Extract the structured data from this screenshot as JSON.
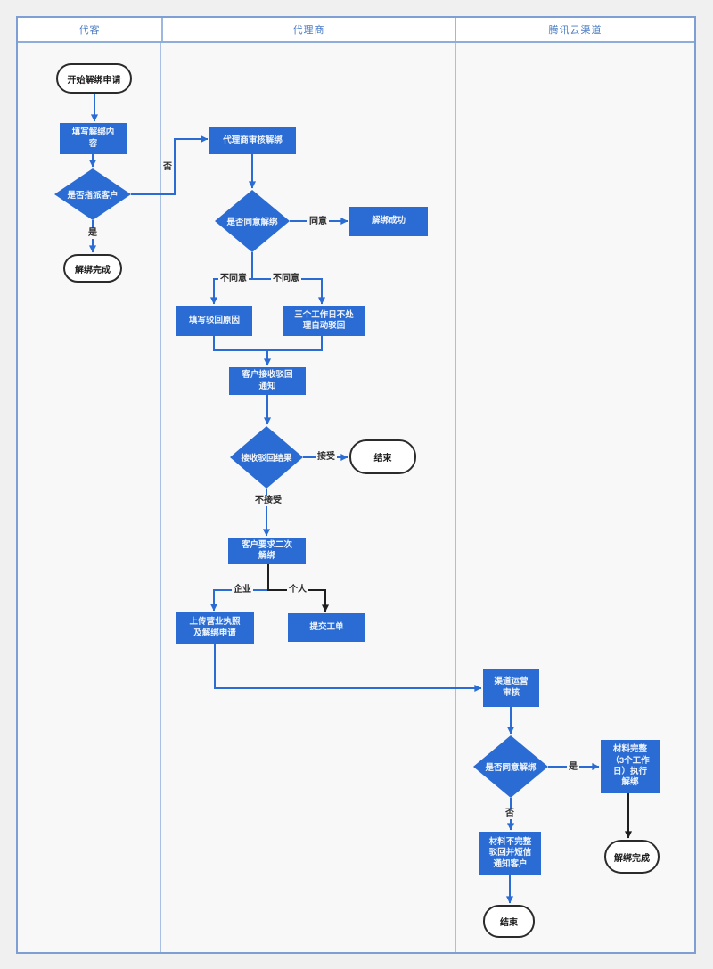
{
  "header": {
    "lanes": [
      "代客",
      "代理商",
      "腾讯云渠道"
    ]
  },
  "nodes": {
    "start": "开始解绑申请",
    "fill_content": "填写解绑内\n容",
    "assign_decision": "是否指派客户",
    "done_left": "解绑完成",
    "agent_review": "代理商审核解绑",
    "agree_decision": "是否同意解绑",
    "unbind_success": "解绑成功",
    "fill_reject_reason": "填写驳回原因",
    "auto_reject": "三个工作日不处\n理自动驳回",
    "reject_notice": "客户接收驳回\n通知",
    "receive_result_decision": "接收驳回结果",
    "end_middle": "结束",
    "second_unbind": "客户要求二次\n解绑",
    "upload_license": "上传营业执照\n及解绑申请",
    "submit_ticket": "提交工单",
    "channel_review": "渠道运营\n审核",
    "channel_agree_decision": "是否同意解绑",
    "material_complete": "材料完整\n（3个工作\n日）执行\n解绑",
    "material_incomplete": "材料不完整\n驳回并短信\n通知客户",
    "done_right": "解绑完成",
    "end_right": "结束"
  },
  "edge_labels": {
    "no1": "否",
    "yes1": "是",
    "agree": "同意",
    "disagree_left": "不同意",
    "disagree_right": "不同意",
    "accept": "接受",
    "not_accept": "不接受",
    "enterprise": "企业",
    "personal": "个人",
    "yes2": "是",
    "no2": "否"
  },
  "colors": {
    "node_blue": "#2a6cd3",
    "connector_blue": "#2a6cd3",
    "connector_black": "#1f1f1f",
    "lane_border_blue": "#7d9fd4",
    "header_text_blue": "#4a7bc4",
    "lane_background": "#f8f8f9"
  }
}
